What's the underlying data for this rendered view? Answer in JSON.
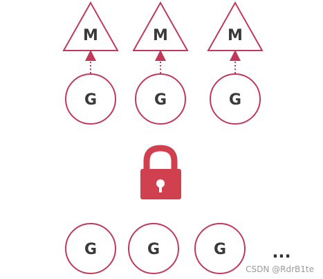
{
  "colors": {
    "accent": "#c0395a",
    "lock_body": "#d1404f",
    "text": "#3a3a3a",
    "watermark": "#9a9a9a",
    "background": "#ffffff"
  },
  "top_row": {
    "machines": [
      {
        "label": "M"
      },
      {
        "label": "M"
      },
      {
        "label": "M"
      }
    ],
    "goroutines": [
      {
        "label": "G"
      },
      {
        "label": "G"
      },
      {
        "label": "G"
      }
    ]
  },
  "lock": {
    "icon": "padlock-icon"
  },
  "bottom_row": {
    "goroutines": [
      {
        "label": "G"
      },
      {
        "label": "G"
      },
      {
        "label": "G"
      }
    ],
    "more": "..."
  },
  "watermark": "CSDN @RdrB1te"
}
